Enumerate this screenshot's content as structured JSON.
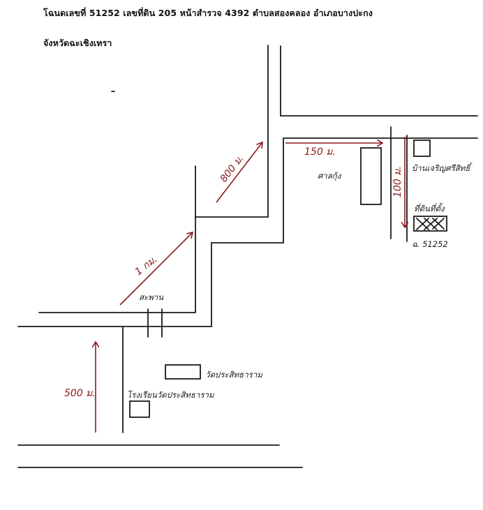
{
  "header": {
    "line1": "โฉนดเลขที่ 51252  เลขที่ดิน 205 หน้าสำรวจ 4392  ตำบลสองคลอง  อำเภอบางปะกง",
    "line2": "จังหวัดฉะเชิงเทรา"
  },
  "map": {
    "distances": {
      "d500m": "500 ม.",
      "d1km": "1 กม.",
      "d800m": "800 ม.",
      "d150m": "150 ม.",
      "d100m": "100 ม."
    },
    "places": {
      "bridge": "สะพาน",
      "temple": "วัดประสิทธาราม",
      "school": "โรงเรียนวัดประสิทธาราม",
      "shrine": "ศาลกุ้ง",
      "neighbor_house": "บ้านเจริญศรีสิทธิ์",
      "land_parcel": "ที่ดินที่ตั้ง",
      "deed_no": "ฉ. 51252"
    },
    "colors": {
      "roads": "#1a1a1a",
      "distance_arrows": "#8b1a1a"
    }
  }
}
